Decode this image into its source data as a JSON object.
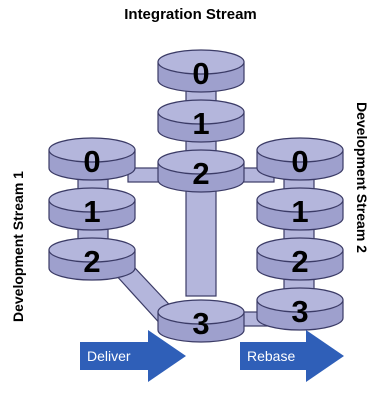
{
  "diagram": {
    "title": "Integration Stream",
    "left_label": "Development Stream 1",
    "right_label": "Development Stream 2",
    "deliver_label": "Deliver",
    "rebase_label": "Rebase",
    "integration_numbers": [
      "0",
      "1",
      "2",
      "3"
    ],
    "dev1_numbers": [
      "0",
      "1",
      "2"
    ],
    "dev2_numbers": [
      "0",
      "1",
      "2",
      "3"
    ],
    "colors": {
      "disc_top": "#b4b6dc",
      "disc_side": "#9ea0cd",
      "outline": "#3b3b66",
      "arrow": "#2f5fb8"
    }
  }
}
